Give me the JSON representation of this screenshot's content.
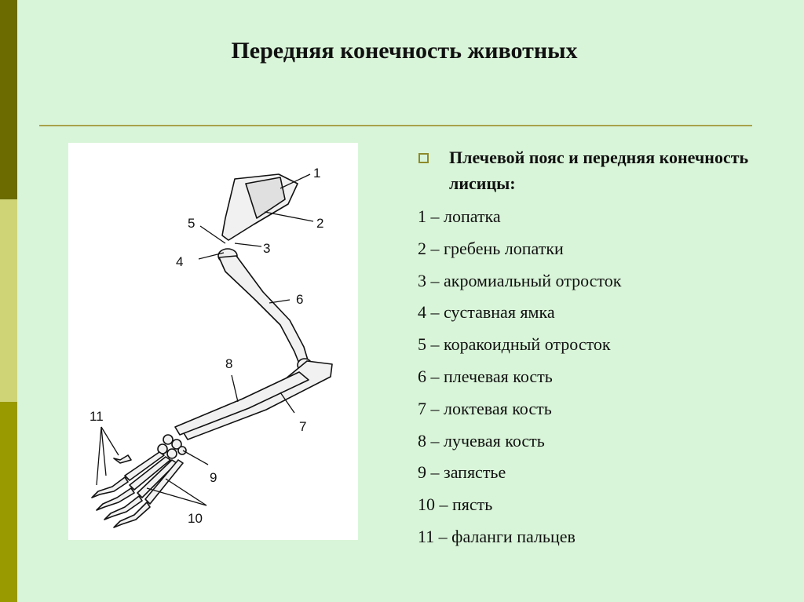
{
  "slide": {
    "title": "Передняя конечность животных"
  },
  "figure": {
    "labels": [
      "1",
      "2",
      "3",
      "4",
      "5",
      "6",
      "7",
      "8",
      "9",
      "10",
      "11"
    ]
  },
  "legend": {
    "heading": "Плечевой пояс и передняя конечность лисицы:",
    "bullet_icon": "square-bullet-icon",
    "items": [
      "1 – лопатка",
      "2 – гребень лопатки",
      "3 – акромиальный отросток",
      "4 – суставная ямка",
      "5 – коракоидный отросток",
      "6 – плечевая кость",
      "7 – локтевая кость",
      "8 – лучевая кость",
      "9 – запястье",
      "10 – пясть",
      "11 – фаланги пальцев"
    ]
  },
  "colors": {
    "background": "#d9f5d9",
    "sidebar_dark": "#6b6b00",
    "sidebar_light": "#cfd477",
    "sidebar_mid": "#999900",
    "rule": "#a8a24a"
  }
}
